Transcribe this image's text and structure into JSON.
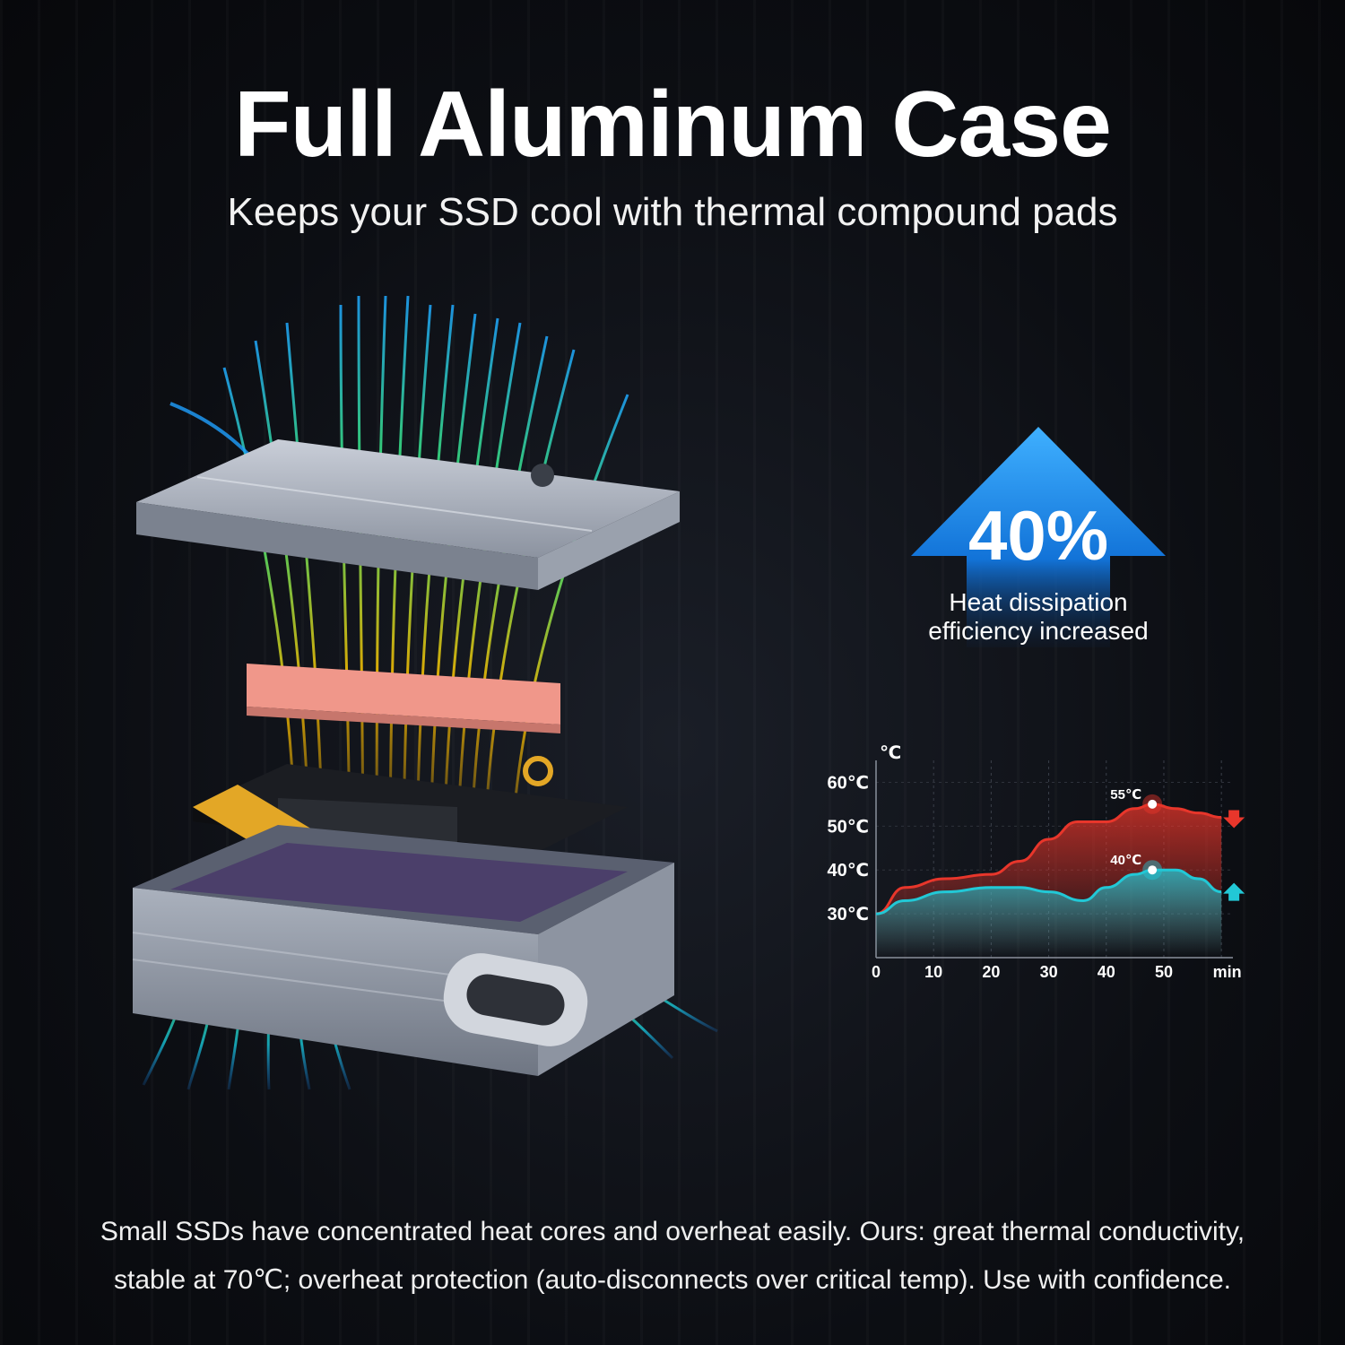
{
  "header": {
    "title": "Full Aluminum Case",
    "subtitle": "Keeps your SSD cool with thermal compound pads"
  },
  "badge": {
    "value": "40%",
    "line1": "Heat dissipation",
    "line2": "efficiency increased",
    "arrow_color": "#1e8ff0"
  },
  "chart_data": {
    "type": "area",
    "ylabel": "℃",
    "xlabel": "",
    "x_ticks": [
      "0",
      "10",
      "20",
      "30",
      "40",
      "50",
      "min"
    ],
    "y_ticks": [
      "60℃",
      "50℃",
      "40℃",
      "30℃"
    ],
    "ylim": [
      20,
      65
    ],
    "xlim": [
      0,
      62
    ],
    "grid": true,
    "series": [
      {
        "color": "#e8362b",
        "x": [
          0,
          5,
          12,
          20,
          25,
          30,
          35,
          40,
          45,
          48,
          52,
          56,
          60
        ],
        "y": [
          30,
          36,
          38,
          39,
          42,
          47,
          51,
          51,
          54,
          55,
          54,
          53,
          52
        ],
        "peak_label": "55℃",
        "peak_index": 9
      },
      {
        "color": "#22c8d6",
        "x": [
          0,
          5,
          12,
          20,
          25,
          30,
          36,
          40,
          45,
          48,
          52,
          56,
          60
        ],
        "y": [
          30,
          33,
          35,
          36,
          36,
          35,
          33,
          36,
          39,
          40,
          40,
          38,
          35
        ],
        "peak_label": "40℃",
        "peak_index": 9
      }
    ]
  },
  "footer": {
    "line1": "Small SSDs have concentrated heat cores and overheat easily. Ours: great thermal conductivity,",
    "line2": "stable at 70℃; overheat protection (auto-disconnects over critical temp). Use with confidence."
  }
}
